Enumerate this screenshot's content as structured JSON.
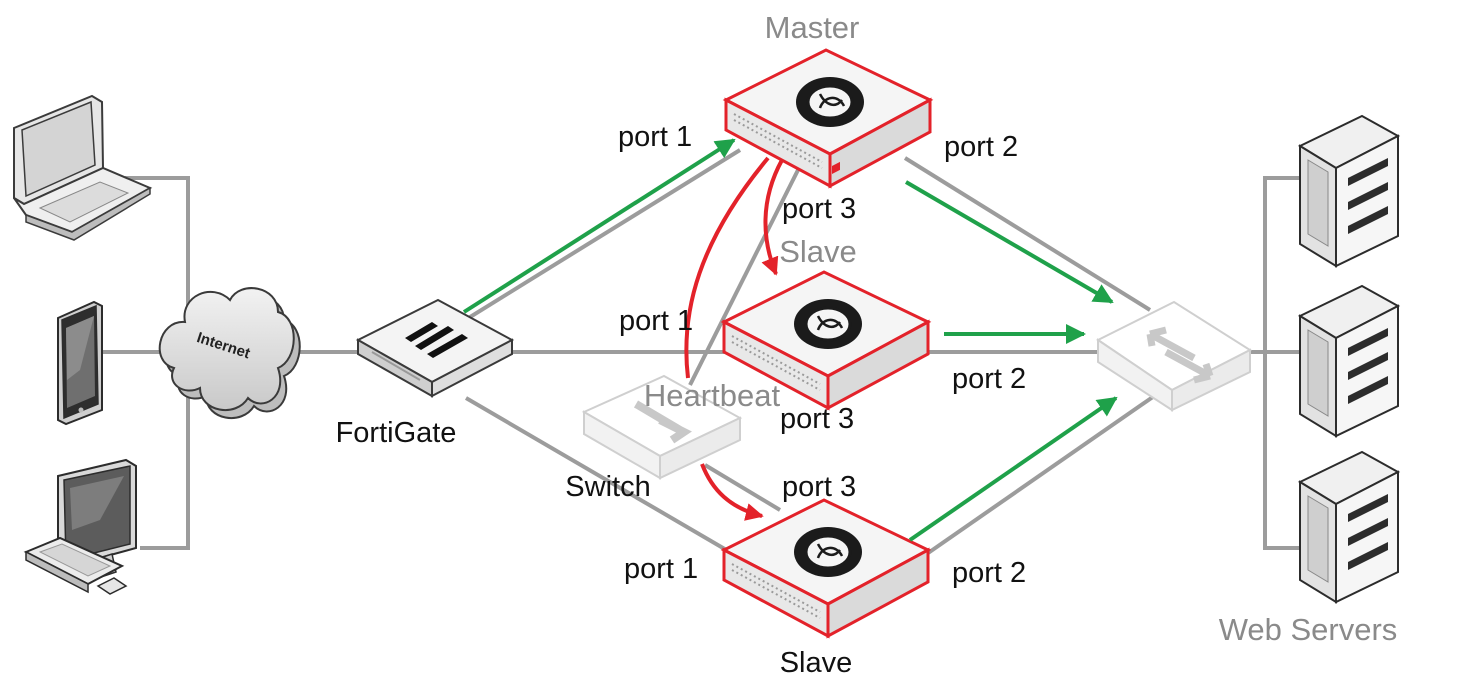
{
  "diagram": {
    "nodes": {
      "master": {
        "label": "Master"
      },
      "slave_mid": {
        "label": "Slave"
      },
      "slave_bottom": {
        "label": "Slave"
      },
      "fortigate": {
        "label": "FortiGate"
      },
      "switch": {
        "label": "Switch"
      },
      "internet": {
        "label": "Internet"
      },
      "web_servers": {
        "label": "Web Servers"
      },
      "heartbeat": {
        "label": "Heartbeat"
      }
    },
    "ports": {
      "master_port1": "port 1",
      "master_port2": "port 2",
      "master_port3": "port 3",
      "mid_port1": "port 1",
      "mid_port2": "port 2",
      "mid_port3": "port 3",
      "bottom_port1": "port 1",
      "bottom_port2": "port 2",
      "bottom_port3": "port 3"
    },
    "colors": {
      "traffic_arrow": "#1fa14a",
      "heartbeat_arrow": "#e3222a",
      "cluster_unit_border": "#e3222a",
      "link": "#9c9c9c",
      "label_gray": "#8a8a8a"
    }
  }
}
